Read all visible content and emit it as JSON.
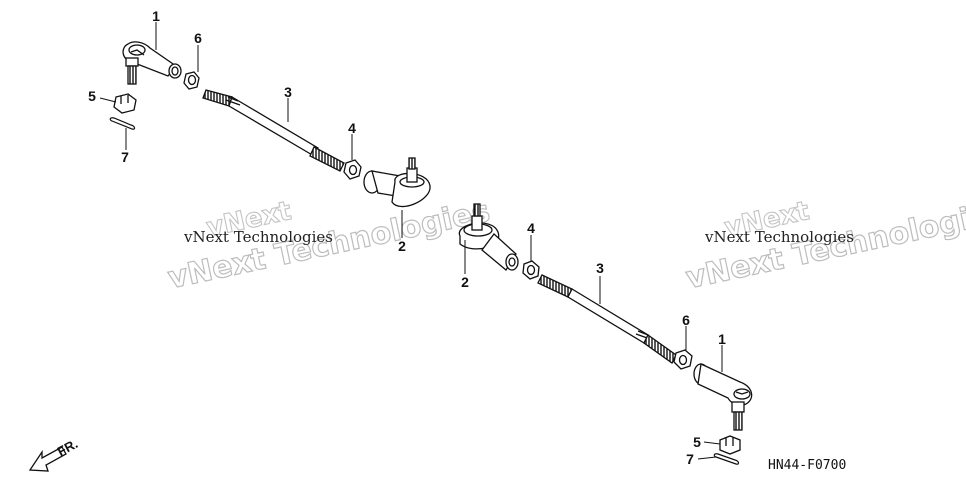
{
  "diagram": {
    "code": "HN44-F0700",
    "front_marker": "FR."
  },
  "watermark": {
    "vnext": "vNext",
    "full": "vNext Technologies",
    "technologies": "Technologies"
  },
  "callouts": {
    "left_1": "1",
    "left_2": "2",
    "left_3": "3",
    "left_4": "4",
    "left_5": "5",
    "left_6": "6",
    "left_7": "7",
    "right_1": "1",
    "right_2": "2",
    "right_3": "3",
    "right_4": "4",
    "right_5": "5",
    "right_6": "6",
    "right_7": "7"
  }
}
